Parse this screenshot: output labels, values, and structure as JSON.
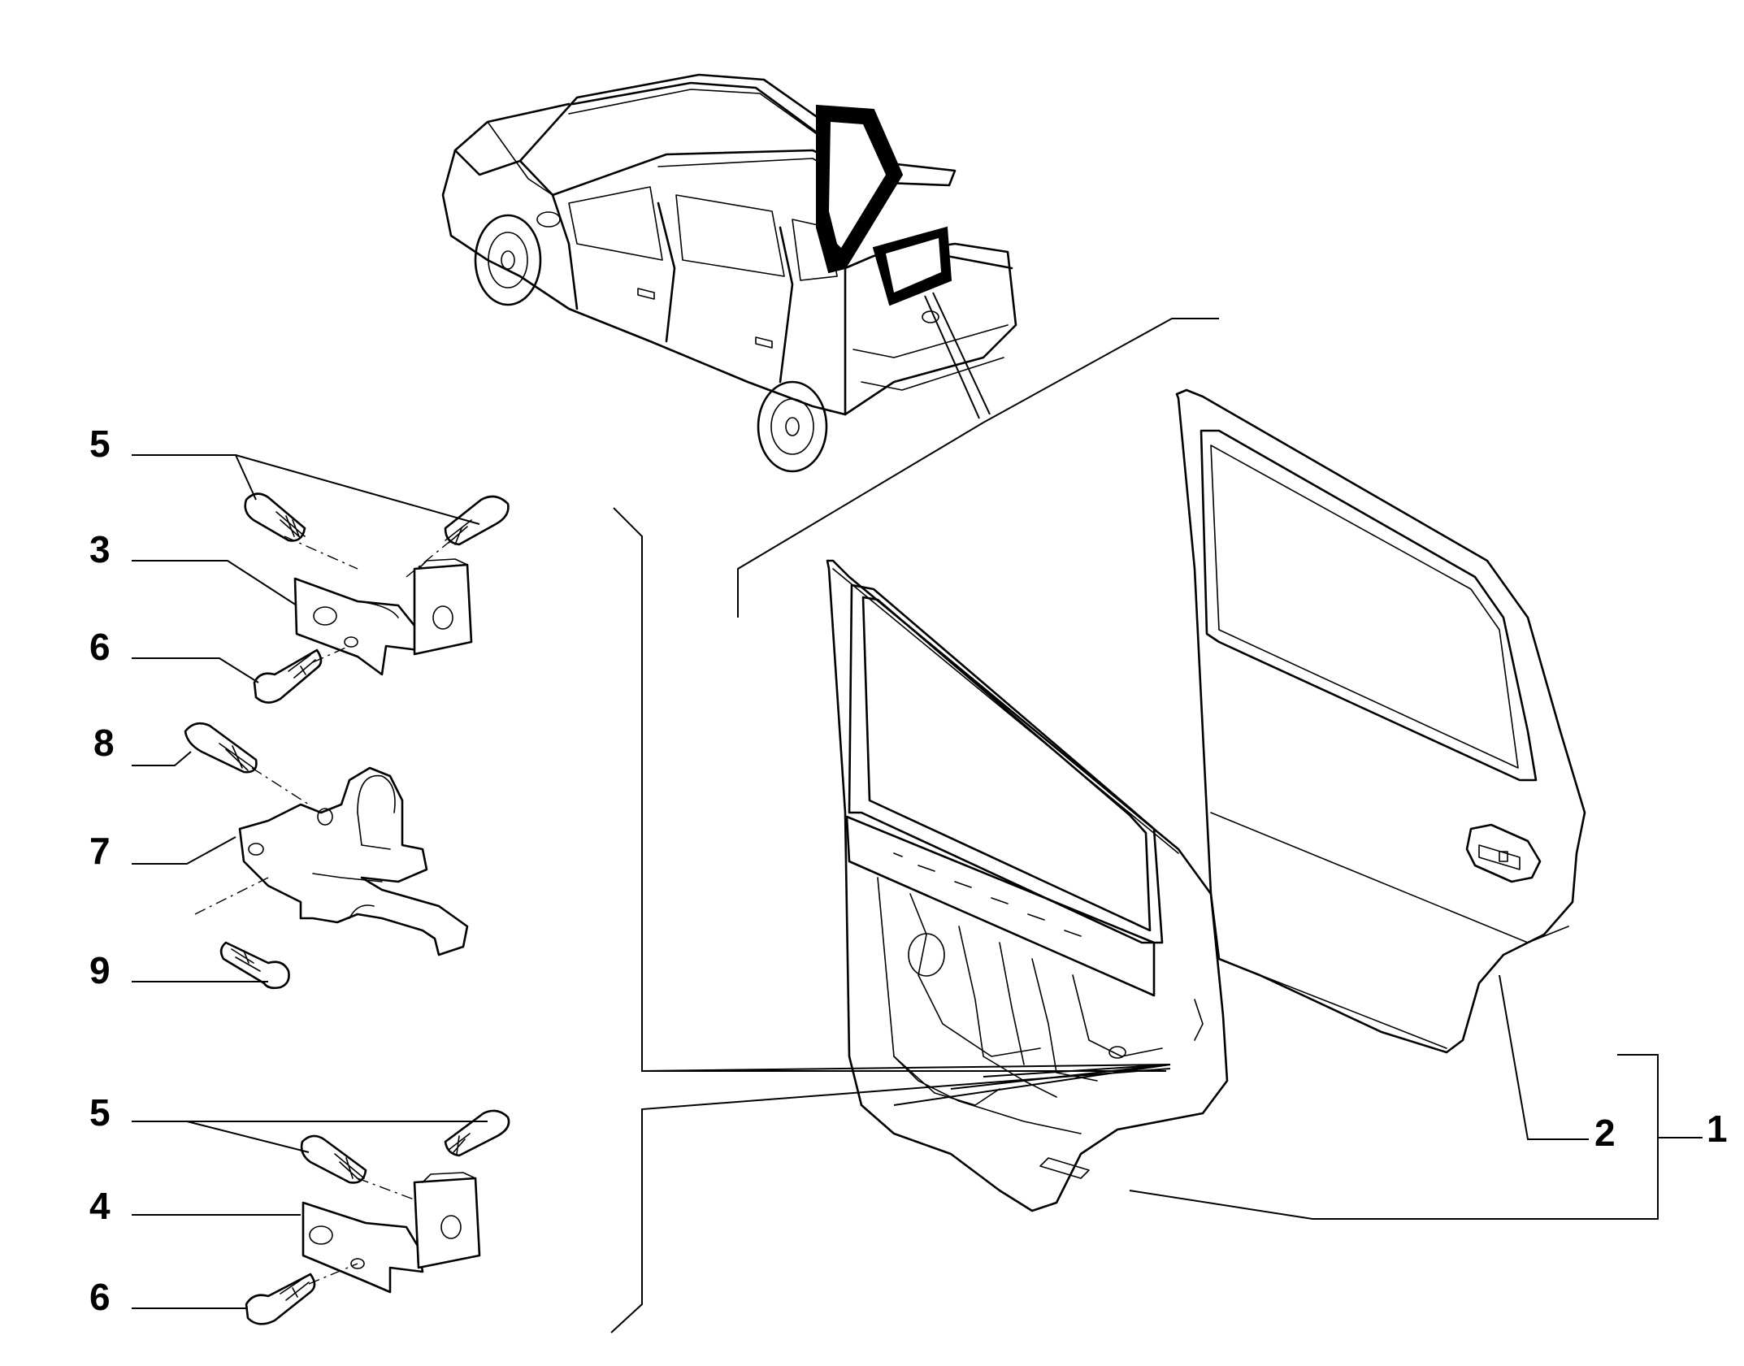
{
  "callouts": [
    {
      "id": "c1",
      "label": "1"
    },
    {
      "id": "c2",
      "label": "2"
    },
    {
      "id": "c3",
      "label": "3"
    },
    {
      "id": "c4",
      "label": "4"
    },
    {
      "id": "c5a",
      "label": "5"
    },
    {
      "id": "c5b",
      "label": "5"
    },
    {
      "id": "c6a",
      "label": "6"
    },
    {
      "id": "c6b",
      "label": "6"
    },
    {
      "id": "c7",
      "label": "7"
    },
    {
      "id": "c8",
      "label": "8"
    },
    {
      "id": "c9",
      "label": "9"
    }
  ]
}
